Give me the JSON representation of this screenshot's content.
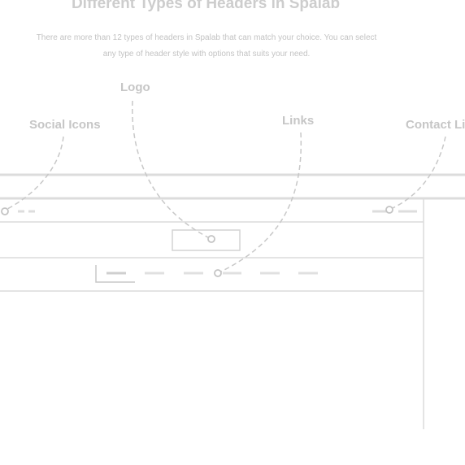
{
  "heading": {
    "title": "Different Types of Headers in Spalab",
    "description_line1": "There are more than 12 types of headers in Spalab that can match your choice. You can select",
    "description_line2": "any type of header style with options that suits your need."
  },
  "callouts": {
    "logo": "Logo",
    "social_icons": "Social Icons",
    "links": "Links",
    "contact_links": "Contact Lin"
  },
  "colors": {
    "frame_line": "#dcdcdc",
    "placeholder": "#dddddd",
    "dashed_connector": "#c8c8c8",
    "text": "#cdcdcd"
  }
}
